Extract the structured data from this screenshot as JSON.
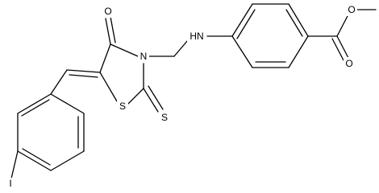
{
  "diagram": {
    "type": "chemical-structure",
    "atom_labels": {
      "carbonyl_oxygen": "O",
      "ring_sulfur": "S",
      "ring_nitrogen": "N",
      "thioxo_sulfur": "S",
      "amine": "HN",
      "ester_carbonyl_oxygen": "O",
      "ester_oxygen": "O",
      "iodine": "I"
    },
    "colors": {
      "bonds": "#000000",
      "labels": "#000000",
      "background": "#ffffff"
    }
  }
}
